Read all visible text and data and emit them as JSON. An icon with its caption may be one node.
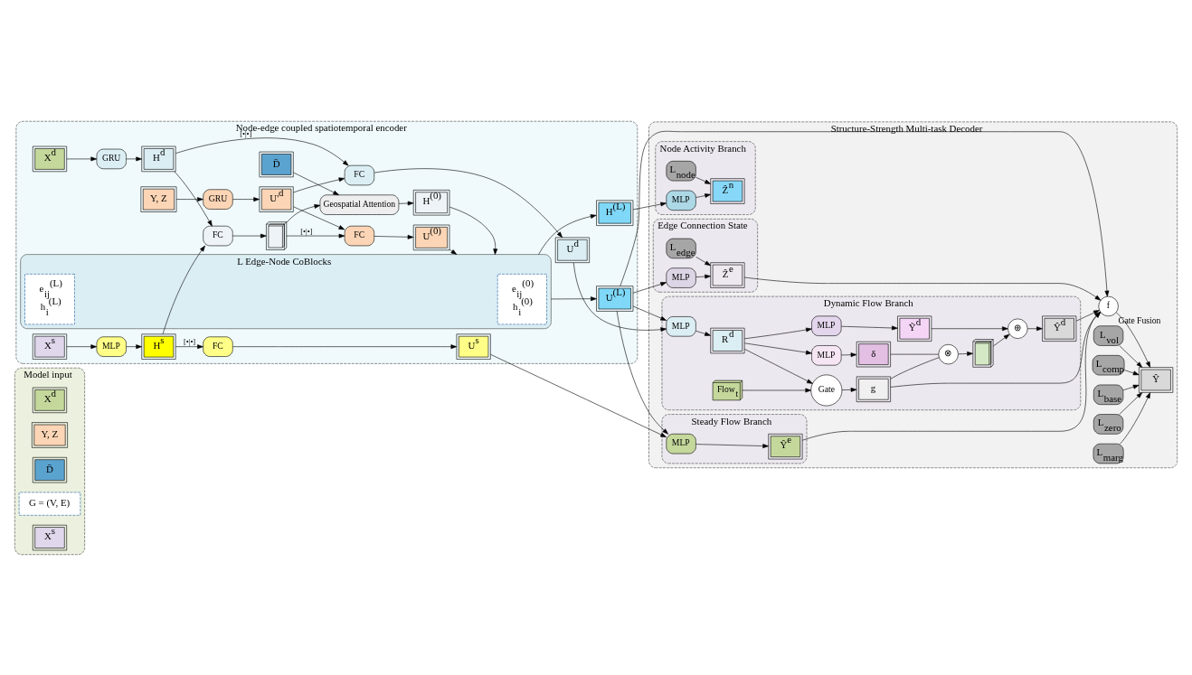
{
  "diagram": {
    "nodes": [
      {
        "text": [
          "Model input"
        ]
      },
      {
        "text": [
          "X$^{d}$"
        ],
        "in": 0
      },
      {
        "text": [
          "Y, Z"
        ],
        "in": 0
      },
      {
        "text": [
          "D̄"
        ],
        "in": 0
      },
      {
        "text": [
          "G = (V, E)"
        ],
        "in": 0
      },
      {
        "text": [
          "X$^{s}$"
        ],
        "in": 0
      },
      {
        "text": [
          "Node-edge coupled spatiotemporal encoder"
        ]
      },
      {
        "text": [
          "X$^{d}$"
        ],
        "in": 6
      },
      {
        "text": [
          "GRU"
        ],
        "in": 6
      },
      {
        "text": [
          "H$^{d}$"
        ],
        "in": 6
      },
      {
        "text": [
          "FC"
        ],
        "in": 6
      },
      {
        "text": [
          "U$^{d}$"
        ],
        "in": 6
      },
      {
        "text": [
          "Y, Z"
        ],
        "in": 6
      },
      {
        "text": [
          "GRU"
        ],
        "in": 6
      },
      {
        "text": [
          "U'$^{d}$"
        ],
        "in": 6
      },
      {
        "text": [
          "FC"
        ],
        "in": 6
      },
      {
        "text": [
          "U$^{(0)}$"
        ],
        "in": 6
      },
      {
        "text": [
          "FC"
        ],
        "in": 6
      },
      {
        "text": [],
        "shape": "box",
        "in": 6
      },
      {
        "text": [
          "D̄"
        ],
        "in": 6
      },
      {
        "text": [
          "Geospatial Attention"
        ],
        "in": 6
      },
      {
        "text": [
          "H$^{(0)}$"
        ],
        "in": 6
      },
      {
        "text": [
          "L Edge-Node CoBlocks"
        ],
        "in": 6
      },
      {
        "text": [
          "e$_{ij}$$^{(0)}$",
          "h$_{i}$$^{(0)}$"
        ],
        "in": 22
      },
      {
        "text": [
          "e$_{ij}$$^{(L)}$",
          "h$_{i}$$^{(L)}$"
        ],
        "in": 22
      },
      {
        "text": [
          "U$^{(L)}$"
        ],
        "in": 6
      },
      {
        "text": [
          "H$^{(L)}$"
        ],
        "in": 6
      },
      {
        "text": [
          "X$^{s}$"
        ],
        "in": 6
      },
      {
        "text": [
          "MLP"
        ],
        "in": 6
      },
      {
        "text": [
          "H$^{s}$"
        ],
        "in": 6
      },
      {
        "text": [
          "FC"
        ],
        "in": 6
      },
      {
        "text": [
          "U$^{s}$"
        ],
        "in": 6
      },
      {
        "text": [
          "Structure-Strength Multi-task Decoder"
        ]
      },
      {
        "text": [
          "Dynamic Flow Branch"
        ],
        "in": 32
      },
      {
        "text": [
          "MLP"
        ],
        "in": 33
      },
      {
        "text": [
          "R$^{d}$"
        ],
        "in": 33
      },
      {
        "text": [
          "MLP"
        ],
        "in": 33
      },
      {
        "text": [
          "Ỹ$^{d}$"
        ],
        "in": 33
      },
      {
        "text": [
          "MLP"
        ],
        "in": 33
      },
      {
        "text": [
          "δ"
        ],
        "in": 33
      },
      {
        "text": [
          "Gate"
        ],
        "in": 33
      },
      {
        "text": [
          "Flow$_{t}$"
        ],
        "in": 33
      },
      {
        "text": [
          "g"
        ],
        "in": 33
      },
      {
        "text": [
          "⊗"
        ],
        "in": 33
      },
      {
        "text": [],
        "shape": "box",
        "in": 33
      },
      {
        "text": [
          "⊕"
        ],
        "in": 33
      },
      {
        "text": [
          "Ŷ$^{d}$"
        ],
        "in": 33
      },
      {
        "text": [
          "Edge Connection State"
        ],
        "in": 32
      },
      {
        "text": [
          "MLP"
        ],
        "in": 47
      },
      {
        "text": [
          "Ẑ$^{e}$"
        ],
        "in": 47
      },
      {
        "text": [
          "L$_{edge}$"
        ],
        "in": 47
      },
      {
        "text": [
          "Node Activity Branch"
        ],
        "in": 32
      },
      {
        "text": [
          "MLP"
        ],
        "in": 51
      },
      {
        "text": [
          "Ẑ$^{n}$"
        ],
        "in": 51
      },
      {
        "text": [
          "L$_{node}$"
        ],
        "in": 51
      },
      {
        "text": [
          "Steady Flow Branch"
        ],
        "in": 32
      },
      {
        "text": [
          "MLP"
        ],
        "in": 55
      },
      {
        "text": [
          "Ŷ$^{e}$"
        ],
        "in": 55
      },
      {
        "text": [
          "f"
        ],
        "beside": [
          "Gate Fusion"
        ],
        "in": 32
      },
      {
        "text": [
          "Ŷ"
        ],
        "in": 32
      },
      {
        "text": [
          "L$_{vol}$"
        ],
        "in": 32
      },
      {
        "text": [
          "L$_{comp}$"
        ],
        "in": 32
      },
      {
        "text": [
          "L$_{base}$"
        ],
        "in": 32
      },
      {
        "text": [
          "L$_{zero}$"
        ],
        "in": 32
      },
      {
        "text": [
          "L$_{marg}$"
        ],
        "in": 32
      }
    ],
    "edges": [
      {
        "from": 7,
        "to": 8,
        "arrow": "to"
      },
      {
        "from": 8,
        "to": 9,
        "arrow": "to"
      },
      {
        "from": 9,
        "to": 10,
        "arrow": "to",
        "label": "[•|•]"
      },
      {
        "from": 14,
        "to": 10,
        "arrow": "to"
      },
      {
        "from": 10,
        "to": 11,
        "arrow": "to"
      },
      {
        "from": 12,
        "to": 13,
        "arrow": "to"
      },
      {
        "from": 13,
        "to": 14,
        "arrow": "to"
      },
      {
        "from": 14,
        "to": 15,
        "arrow": "to"
      },
      {
        "from": 15,
        "to": 16,
        "arrow": "to"
      },
      {
        "from": 16,
        "to": 22,
        "arrow": "to"
      },
      {
        "from": 9,
        "to": 17,
        "arrow": "to"
      },
      {
        "from": 29,
        "to": 17,
        "arrow": "to"
      },
      {
        "from": 17,
        "to": 18,
        "arrow": "to"
      },
      {
        "from": 18,
        "to": 15,
        "arrow": "to",
        "label": "[•|•]"
      },
      {
        "from": 18,
        "to": 20,
        "arrow": "to"
      },
      {
        "from": 19,
        "to": 20,
        "arrow": "to"
      },
      {
        "from": 20,
        "to": 21,
        "arrow": "to"
      },
      {
        "from": 21,
        "to": 22,
        "arrow": "to"
      },
      {
        "from": 22,
        "to": 25,
        "arrow": "to"
      },
      {
        "from": 22,
        "to": 26,
        "arrow": "to"
      },
      {
        "from": 27,
        "to": 28,
        "arrow": "to"
      },
      {
        "from": 28,
        "to": 29,
        "arrow": "to"
      },
      {
        "from": 29,
        "to": 30,
        "arrow": "to",
        "label": "[•|•]"
      },
      {
        "from": 30,
        "to": 31,
        "arrow": "to"
      },
      {
        "from": 11,
        "to": 34,
        "arrow": "to"
      },
      {
        "from": 25,
        "to": 34,
        "arrow": "to"
      },
      {
        "from": 34,
        "to": 35,
        "arrow": "to"
      },
      {
        "from": 35,
        "to": 36,
        "arrow": "to"
      },
      {
        "from": 35,
        "to": 38,
        "arrow": "to"
      },
      {
        "from": 35,
        "to": 40,
        "arrow": "to"
      },
      {
        "from": 41,
        "to": 40,
        "arrow": "to"
      },
      {
        "from": 36,
        "to": 37,
        "arrow": "to"
      },
      {
        "from": 38,
        "to": 39,
        "arrow": "to"
      },
      {
        "from": 40,
        "to": 42,
        "arrow": "to"
      },
      {
        "from": 42,
        "to": 43,
        "arrow": "none"
      },
      {
        "from": 39,
        "to": 43,
        "arrow": "none"
      },
      {
        "from": 43,
        "to": 44,
        "arrow": "to"
      },
      {
        "from": 37,
        "to": 45,
        "arrow": "to"
      },
      {
        "from": 44,
        "to": 45,
        "arrow": "to"
      },
      {
        "from": 45,
        "to": 46,
        "arrow": "to"
      },
      {
        "from": 42,
        "to": 58,
        "arrow": "to"
      },
      {
        "from": 46,
        "to": 58,
        "arrow": "to"
      },
      {
        "from": 25,
        "to": 48,
        "arrow": "to"
      },
      {
        "from": 48,
        "to": 49,
        "arrow": "to"
      },
      {
        "from": 50,
        "to": 49,
        "arrow": "to"
      },
      {
        "from": 49,
        "to": 58,
        "arrow": "to"
      },
      {
        "from": 25,
        "to": 58,
        "arrow": "to"
      },
      {
        "from": 26,
        "to": 52,
        "arrow": "to"
      },
      {
        "from": 52,
        "to": 53,
        "arrow": "to"
      },
      {
        "from": 54,
        "to": 53,
        "arrow": "to"
      },
      {
        "from": 25,
        "to": 56,
        "arrow": "to"
      },
      {
        "from": 31,
        "to": 56,
        "arrow": "to"
      },
      {
        "from": 56,
        "to": 57,
        "arrow": "to"
      },
      {
        "from": 57,
        "to": 58,
        "arrow": "to"
      },
      {
        "from": 58,
        "to": 59,
        "arrow": "to"
      },
      {
        "from": 60,
        "to": 59,
        "arrow": "to"
      },
      {
        "from": 61,
        "to": 59,
        "arrow": "to"
      },
      {
        "from": 62,
        "to": 59,
        "arrow": "to"
      },
      {
        "from": 63,
        "to": 59,
        "arrow": "to"
      },
      {
        "from": 64,
        "to": 59,
        "arrow": "to"
      }
    ]
  }
}
